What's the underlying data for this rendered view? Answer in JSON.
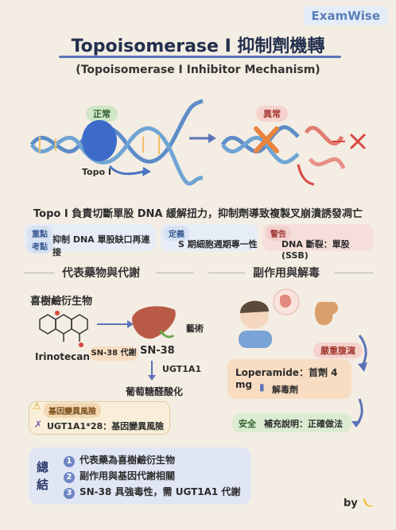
{
  "brand": "ExamWise",
  "title": "Topoisomerase I 抑制劑機轉",
  "subtitle": "(Topoisomerase I Inhibitor Mechanism)",
  "normal_label": "正常",
  "abnormal_label": "異常",
  "topo_label": "Topo I",
  "mechanism_text": "Topo I 負責切斷單股 DNA 緩解扭力，抑制劑導致複製叉崩潰誘發凋亡",
  "tags": {
    "key_tag_1": "重點",
    "key_tag_2": "考點",
    "key_text": "抑制 DNA 單股缺口再連接",
    "def_tag": "定義",
    "def_text": "S 期細胞週期專一性",
    "warn_tag": "警告",
    "warn_text": "DNA 斷裂：單股 (SSB)"
  },
  "left_section": {
    "heading": "代表藥物與代謝",
    "drug_class": "喜樹鹼衍生物",
    "drug_name": "Irinotecan",
    "metabolite_pill": "SN-38 代謝",
    "metabolite": "SN-38",
    "liver_label": "藝術",
    "enzyme": "UGT1A1",
    "process": "葡萄糖醛酸化",
    "risk_header": "基因變異風險",
    "risk_text": "UGT1A1*28：基因變異風險"
  },
  "right_section": {
    "heading": "副作用與解毒",
    "severe_label": "嚴重腹瀉",
    "treatment_line": "Loperamide：首劑 4 mg",
    "antidote": "解毒劑",
    "safety_tag": "安全",
    "safety_text": "補充說明：正確做法"
  },
  "summary": {
    "title_char_1": "總",
    "title_char_2": "結",
    "items": [
      {
        "num": "1",
        "text": "代表藥為喜樹鹼衍生物"
      },
      {
        "num": "2",
        "text": "副作用與基因代謝相關"
      },
      {
        "num": "3",
        "text": "SN-38 具強毒性，需 UGT1A1 代謝"
      }
    ]
  },
  "byline": "by"
}
